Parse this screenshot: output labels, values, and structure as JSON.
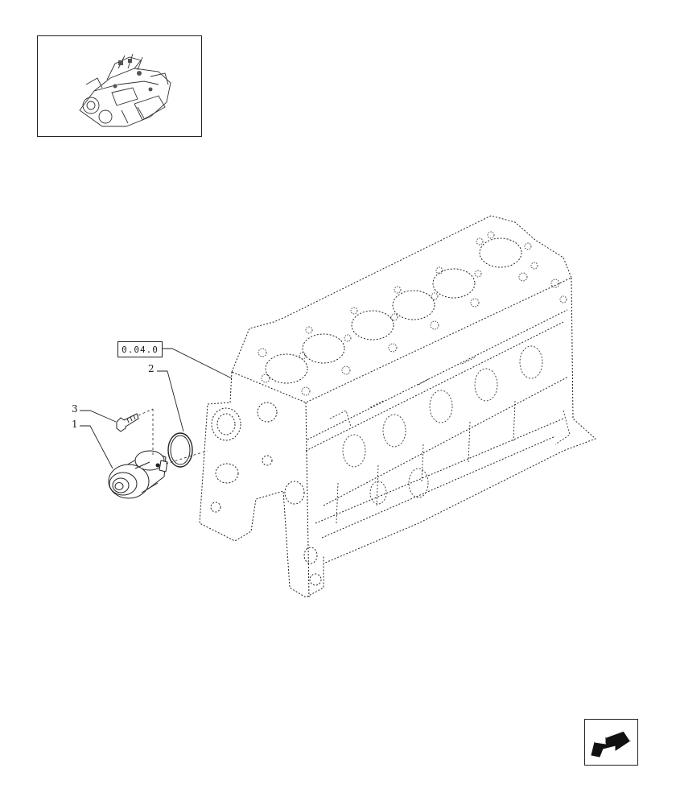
{
  "reference": {
    "label": "0.04.0"
  },
  "callouts": [
    {
      "id": "1",
      "label": "1"
    },
    {
      "id": "2",
      "label": "2"
    },
    {
      "id": "3",
      "label": "3"
    }
  ],
  "icons": {
    "thumbnail": "engine-thumbnail-icon",
    "navigation": "next-page-arrow-icon"
  },
  "colors": {
    "line": "#222222",
    "background": "#ffffff"
  }
}
